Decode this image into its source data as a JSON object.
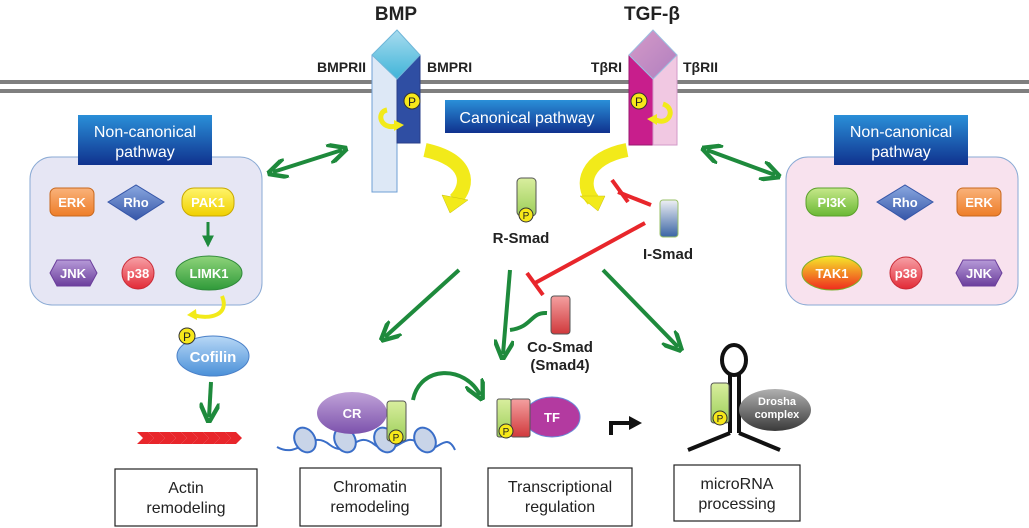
{
  "ligands": {
    "bmp": "BMP",
    "tgf": "TGF-β"
  },
  "receptors": {
    "bmpr2": "BMPRII",
    "bmpr1": "BMPRI",
    "tbr1": "TβRI",
    "tbr2": "TβRII"
  },
  "phospho": "P",
  "canonical": {
    "label": "Canonical pathway"
  },
  "noncanonical_left": {
    "title_line1": "Non-canonical",
    "title_line2": "pathway",
    "nodes": {
      "erk": "ERK",
      "rho": "Rho",
      "pak1": "PAK1",
      "jnk": "JNK",
      "p38": "p38",
      "limk1": "LIMK1"
    }
  },
  "noncanonical_right": {
    "title_line1": "Non-canonical",
    "title_line2": "pathway",
    "nodes": {
      "pi3k": "PI3K",
      "rho": "Rho",
      "erk": "ERK",
      "tak1": "TAK1",
      "p38": "p38",
      "jnk": "JNK"
    }
  },
  "smads": {
    "r_smad": "R-Smad",
    "i_smad": "I-Smad",
    "co_smad_line1": "Co-Smad",
    "co_smad_line2": "(Smad4)"
  },
  "effectors": {
    "cofilin": "Cofilin",
    "cr": "CR",
    "tf": "TF",
    "drosha_line1": "Drosha",
    "drosha_line2": "complex"
  },
  "outcomes": [
    {
      "line1": "Actin",
      "line2": "remodeling"
    },
    {
      "line1": "Chromatin",
      "line2": "remodeling"
    },
    {
      "line1": "Transcriptional",
      "line2": "regulation"
    },
    {
      "line1": "microRNA",
      "line2": "processing"
    }
  ],
  "colors": {
    "membrane": "#7f7f7f",
    "activation_arrow": "#1e8a3c",
    "inhibition": "#e8262b",
    "phospho_arrow": "#f2ea1a",
    "header_blue": "#1a4aa0"
  }
}
